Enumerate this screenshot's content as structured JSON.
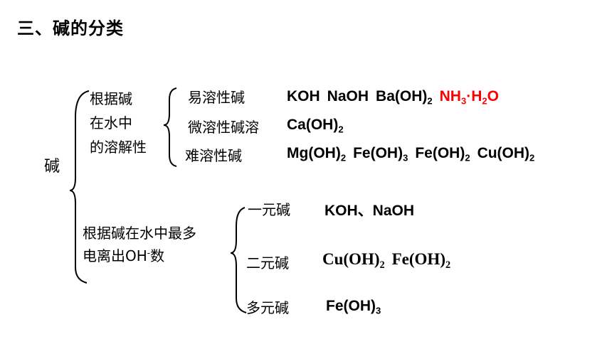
{
  "title": "三、碱的分类",
  "root_label": "碱",
  "colors": {
    "text": "#000000",
    "highlight": "#ff0000"
  },
  "by_solubility": {
    "criterion_lines": [
      "根据碱",
      "在水中",
      "的溶解性"
    ],
    "groups": [
      {
        "label": "易溶性碱",
        "formulas": [
          {
            "parts": [
              {
                "t": "KOH"
              }
            ]
          },
          {
            "parts": [
              {
                "t": "NaOH"
              }
            ]
          },
          {
            "parts": [
              {
                "t": "Ba(OH)"
              },
              {
                "sub": "2"
              }
            ]
          },
          {
            "parts": [
              {
                "t": "NH"
              },
              {
                "sub": "3"
              },
              {
                "t": "·H"
              },
              {
                "sub": "2"
              },
              {
                "t": "O"
              }
            ],
            "color": "#ff0000"
          }
        ]
      },
      {
        "label": "微溶性碱溶",
        "formulas": [
          {
            "parts": [
              {
                "t": "Ca(OH)"
              },
              {
                "sub": "2"
              }
            ]
          }
        ]
      },
      {
        "label": "难溶性碱",
        "formulas": [
          {
            "parts": [
              {
                "t": "Mg(OH)"
              },
              {
                "sub": "2"
              }
            ]
          },
          {
            "parts": [
              {
                "t": "Fe(OH)"
              },
              {
                "sub": "3"
              }
            ]
          },
          {
            "parts": [
              {
                "t": "Fe(OH)"
              },
              {
                "sub": "2"
              }
            ]
          },
          {
            "parts": [
              {
                "t": "Cu(OH)"
              },
              {
                "sub": "2"
              }
            ]
          }
        ]
      }
    ]
  },
  "by_hydroxide_count": {
    "criterion_line1": "根据碱在水中最多",
    "criterion_line2_parts": [
      {
        "t": "电离出OH"
      },
      {
        "sup": "-"
      },
      {
        "t": "数"
      }
    ],
    "groups": [
      {
        "label": "一元碱",
        "formulas": [
          {
            "parts": [
              {
                "t": "KOH、NaOH"
              }
            ]
          }
        ]
      },
      {
        "label": "二元碱",
        "formulas": [
          {
            "parts": [
              {
                "t": "Cu(OH)"
              },
              {
                "sub": "2"
              }
            ]
          },
          {
            "parts": [
              {
                "t": "Fe(OH)"
              },
              {
                "sub": "2"
              }
            ]
          }
        ]
      },
      {
        "label": "多元碱",
        "formulas": [
          {
            "parts": [
              {
                "t": "Fe(OH)"
              },
              {
                "sub": "3"
              }
            ]
          }
        ]
      }
    ]
  }
}
